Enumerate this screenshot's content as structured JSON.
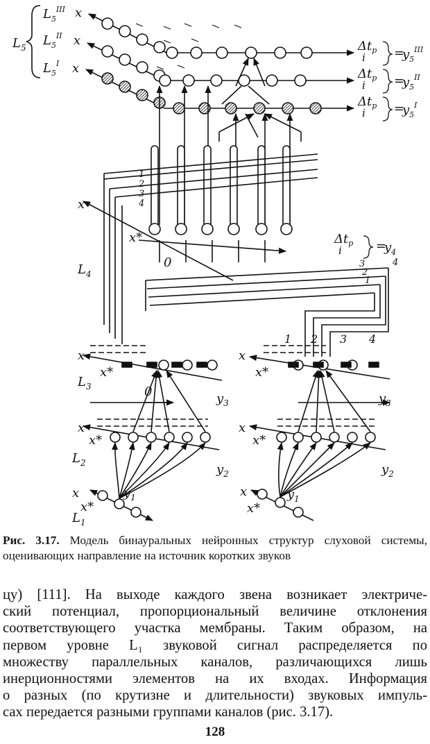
{
  "figure": {
    "labels": {
      "L5": "L",
      "L5_sub": "5",
      "L5III": "L",
      "L5III_sub": "5",
      "L5III_sup": "III",
      "L5II": "L",
      "L5II_sub": "5",
      "L5II_sup": "II",
      "L5I": "L",
      "L5I_sub": "5",
      "L5I_sup": "I",
      "x": "x",
      "xstar": "x*",
      "L4": "L",
      "L4_sub": "4",
      "L3": "L",
      "L3_sub": "3",
      "L2": "L",
      "L2_sub": "2",
      "L1": "L",
      "L1_sub": "1",
      "y1": "y",
      "y1_sub": "1",
      "y2": "y",
      "y2_sub": "2",
      "y3": "y",
      "y3_sub": "3",
      "y4": "y",
      "y4_sub": "4",
      "y5": "y",
      "y5_sub": "5",
      "dt": "Δt",
      "dt_sub": "p",
      "i": "i",
      "eq": "=",
      "zero": "0",
      "num1": "1",
      "num2": "2",
      "num3": "3",
      "num4": "4",
      "sup3": "III",
      "sup2": "II",
      "sup1": "I"
    }
  },
  "caption": {
    "label": "Рис. 3.17.",
    "text": "Модель бинауральных нейронных структур слуховой системы, оценивающих направление на источник коротких звуков"
  },
  "body_lines": [
    "цу) [111]. На выходе каждого звена возникает электриче-",
    "ский потенциал, пропорциональный величине отклонения",
    "соответствующего участка мембраны. Таким образом, на",
    "первом уровне L₁ звуковой сигнал распределяется по",
    "множеству параллельных каналов, различающихся лишь",
    "инерционностями элементов на их входах. Информация",
    "о разных (по крутизне и длительности) звуковых импуль-",
    "сах передается разными группами каналов (рис. 3.17)."
  ],
  "page_number": "128"
}
